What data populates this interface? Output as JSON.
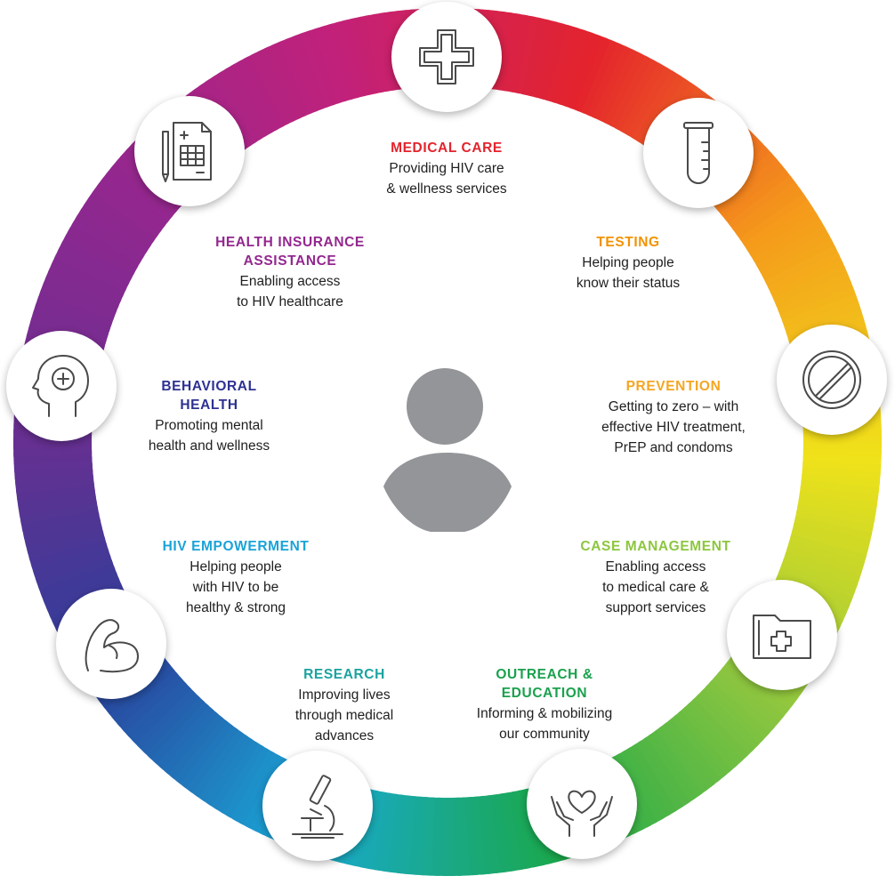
{
  "ring_colors": [
    "#e4232c",
    "#f59a1b",
    "#efe21a",
    "#8ec63f",
    "#1aa84a",
    "#19a9d8",
    "#2a3f9a",
    "#6a2f91",
    "#93278f",
    "#c2217a",
    "#e4232c"
  ],
  "person_color": "#939598",
  "services": [
    {
      "title": "MEDICAL CARE",
      "color": "#e4232c",
      "lines": [
        "Providing HIV care",
        "& wellness services"
      ]
    },
    {
      "title": "TESTING",
      "color": "#f39200",
      "lines": [
        "Helping people",
        "know their status"
      ]
    },
    {
      "title": "PREVENTION",
      "color": "#f5a623",
      "lines": [
        "Getting to zero – with",
        "effective HIV treatment,",
        "PrEP and condoms"
      ]
    },
    {
      "title": "CASE MANAGEMENT",
      "color": "#8dc63f",
      "lines": [
        "Enabling access",
        "to medical care &",
        "support services"
      ]
    },
    {
      "title": [
        "OUTREACH &",
        "EDUCATION"
      ],
      "color": "#1aa14d",
      "lines": [
        "Informing & mobilizing",
        "our community"
      ]
    },
    {
      "title": "RESEARCH",
      "color": "#1ba3a0",
      "lines": [
        "Improving lives",
        "through medical",
        "advances"
      ]
    },
    {
      "title": "HIV EMPOWERMENT",
      "color": "#1aa3d8",
      "lines": [
        "Helping people",
        "with HIV to be",
        "healthy & strong"
      ]
    },
    {
      "title": [
        "BEHAVIORAL",
        "HEALTH"
      ],
      "color": "#2e3192",
      "lines": [
        "Promoting mental",
        "health and wellness"
      ]
    },
    {
      "title": [
        "HEALTH INSURANCE",
        "ASSISTANCE"
      ],
      "color": "#93278f",
      "lines": [
        "Enabling access",
        "to HIV healthcare"
      ]
    }
  ],
  "icons": [
    {
      "name": "medical-cross-icon"
    },
    {
      "name": "test-tube-icon"
    },
    {
      "name": "pill-icon"
    },
    {
      "name": "medical-folder-icon"
    },
    {
      "name": "hands-heart-icon"
    },
    {
      "name": "microscope-icon"
    },
    {
      "name": "flexed-arm-icon"
    },
    {
      "name": "head-mind-icon"
    },
    {
      "name": "insurance-form-icon"
    }
  ]
}
